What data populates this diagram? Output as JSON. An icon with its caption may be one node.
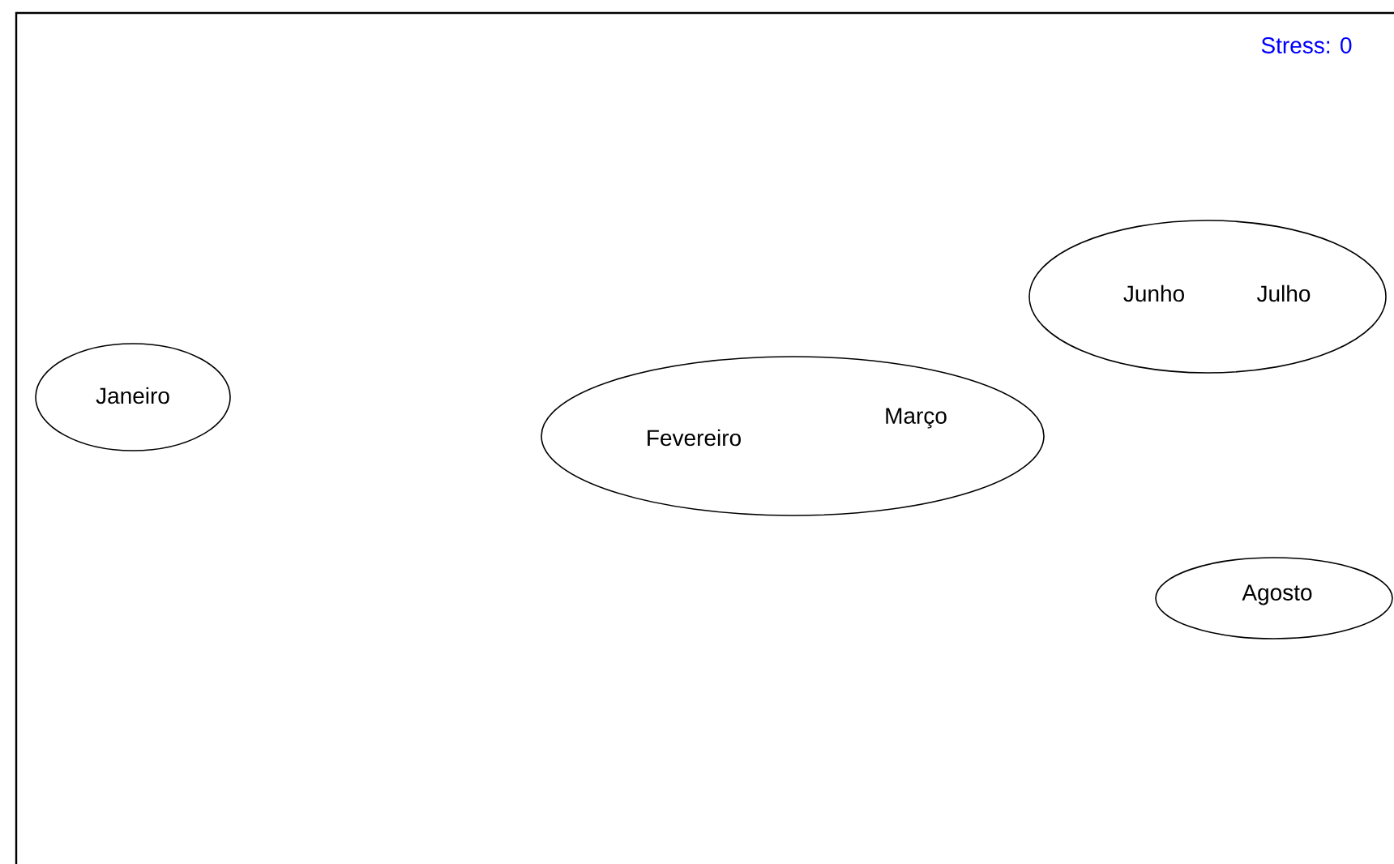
{
  "diagram": {
    "nodes": [
      {
        "text": [
          "Janeiro"
        ]
      },
      {
        "text": [
          "Fevereiro",
          "Março"
        ]
      },
      {
        "text": [
          "Junho",
          "Julho"
        ]
      },
      {
        "text": [
          "Agosto"
        ]
      }
    ],
    "labels": [
      "Stress: 0"
    ]
  }
}
